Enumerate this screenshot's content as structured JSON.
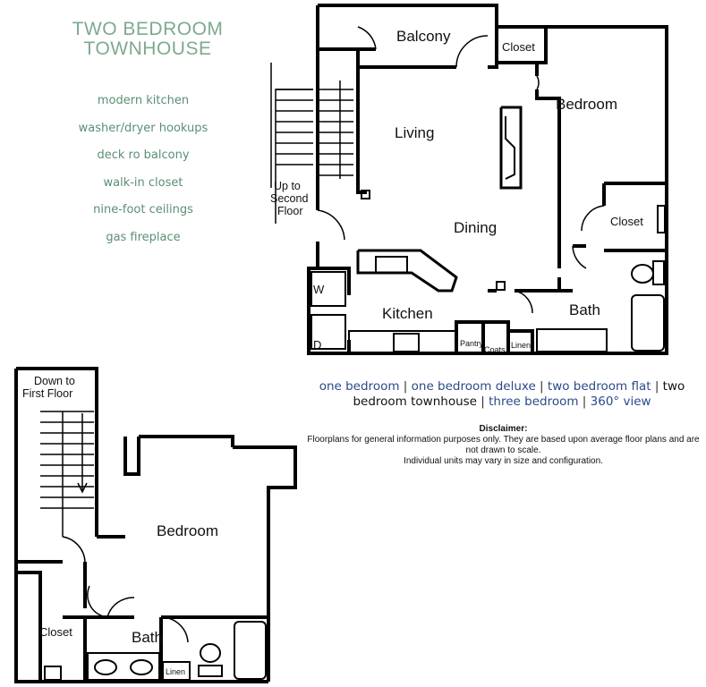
{
  "title": {
    "line1": "TWO BEDROOM",
    "line2": "TOWNHOUSE"
  },
  "features": [
    "modern kitchen",
    "washer/dryer hookups",
    "deck ro balcony",
    "walk-in closet",
    "nine-foot ceilings",
    "gas fireplace"
  ],
  "first_floor": {
    "balcony": "Balcony",
    "closet_top": "Closet",
    "bedroom": "Bedroom",
    "living": "Living",
    "dining": "Dining",
    "stairs_up_1": "Up to",
    "stairs_up_2": "Second",
    "stairs_up_3": "Floor",
    "closet_mid": "Closet",
    "washer": "W",
    "dryer": "D",
    "kitchen": "Kitchen",
    "bath": "Bath",
    "pantry": "Pantry",
    "coats": "Coats",
    "linen": "Linen"
  },
  "second_floor": {
    "stairs_down_1": "Down to",
    "stairs_down_2": "First Floor",
    "bedroom": "Bedroom",
    "closet": "Closet",
    "bath": "Bath",
    "linen": "Linen"
  },
  "links": {
    "one_bedroom": "one bedroom",
    "one_bedroom_deluxe": "one bedroom deluxe",
    "two_bedroom_flat": "two bedroom flat",
    "two_bedroom_townhouse": "two bedroom townhouse",
    "three_bedroom": "three bedroom",
    "view_360": "360° view",
    "separator": " | "
  },
  "disclaimer": {
    "heading": "Disclaimer:",
    "line1": "Floorplans for general information purposes only. They are based upon average floor plans and are not drawn to scale.",
    "line2": "Individual units may vary in size and configuration."
  },
  "colors": {
    "title": "#7fa98f",
    "features": "#5a8f74",
    "link": "#2b4a8a",
    "wall": "#000000"
  }
}
